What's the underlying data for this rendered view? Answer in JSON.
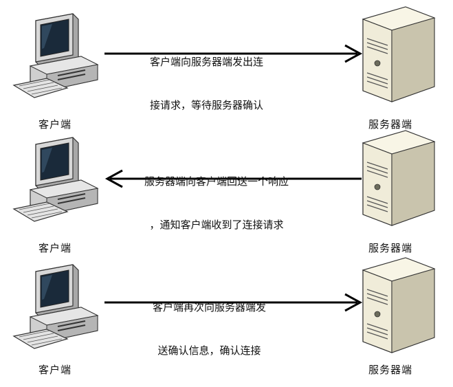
{
  "steps": [
    {
      "client_label": "客户端",
      "server_label": "服务器端",
      "message_line1": "客户端向服务器端发出连",
      "message_line2": "接请求，等待服务器确认",
      "direction": "client-to-server"
    },
    {
      "client_label": "客户端",
      "server_label": "服务器端",
      "message_line1": "服务器端向客户端回送一个响应",
      "message_line2": "，通知客户端收到了连接请求",
      "direction": "server-to-client"
    },
    {
      "client_label": "客户端",
      "server_label": "服务器端",
      "message_line1": "客户端再次向服务器端发",
      "message_line2": "送确认信息，确认连接",
      "direction": "client-to-server"
    }
  ],
  "colors": {
    "arrow": "#000000",
    "monitor_body": "#d8d8d8",
    "screen": "#1a2a3a",
    "server_body": "#f0ecd9",
    "server_shadow": "#8a8a80"
  }
}
